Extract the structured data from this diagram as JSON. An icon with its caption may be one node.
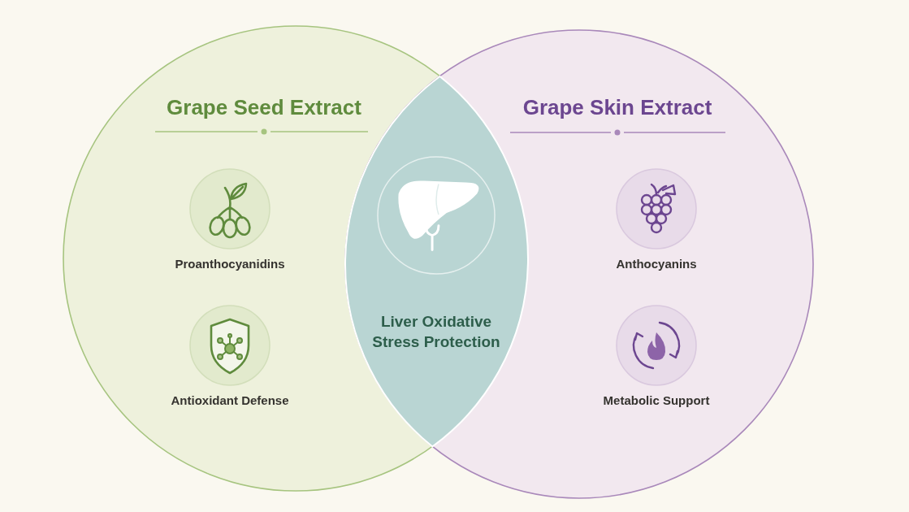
{
  "diagram": {
    "nodes": [
      {
        "text": [
          "Grape Seed Extract"
        ]
      },
      {
        "text": [
          "Proanthocyanidins"
        ],
        "in": 0
      },
      {
        "text": [
          "Antioxidant Defense"
        ],
        "in": 0
      },
      {
        "text": [
          "Liver Oxidative Stress Protection"
        ]
      },
      {
        "text": [
          "Grape Skin Extract"
        ]
      },
      {
        "text": [
          "Anthocyanins"
        ],
        "in": 4
      },
      {
        "text": [
          "Metabolic Support"
        ],
        "in": 4
      }
    ]
  }
}
